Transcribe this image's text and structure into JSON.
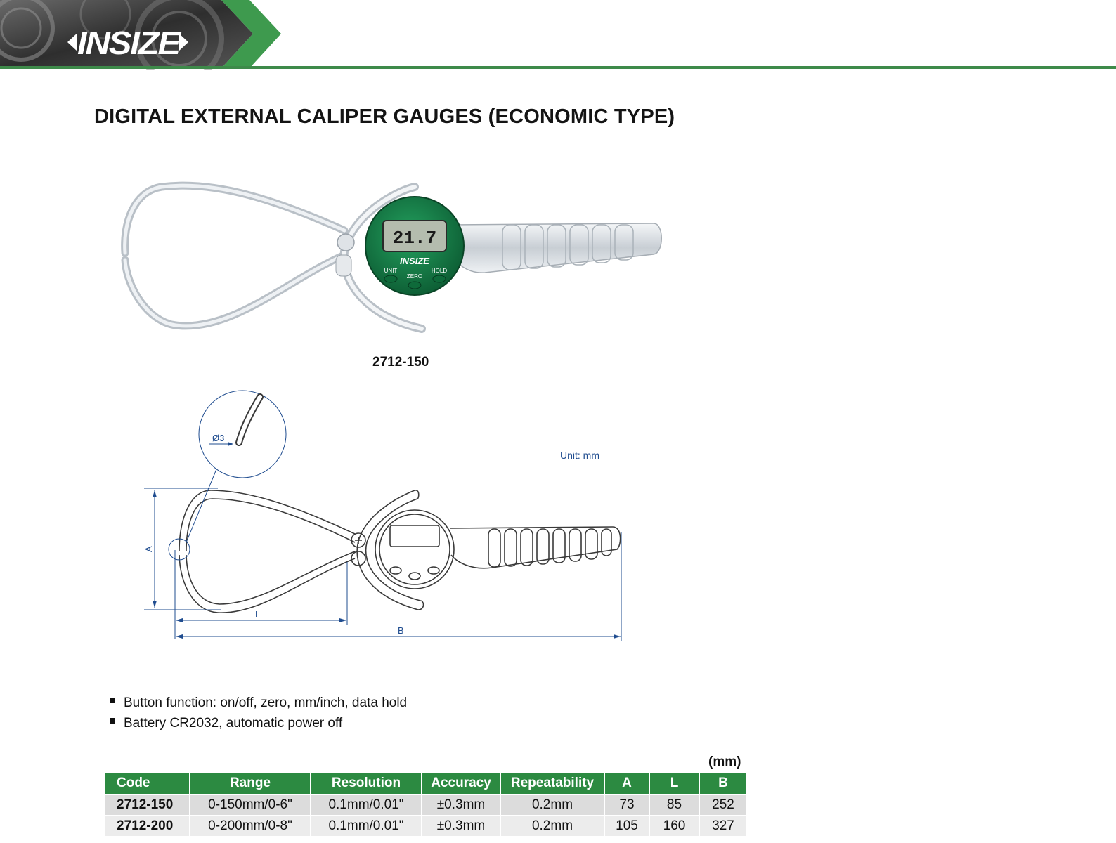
{
  "brand": {
    "logo_text": "INSIZE"
  },
  "page": {
    "title": "DIGITAL EXTERNAL CALIPER GAUGES (ECONOMIC TYPE)"
  },
  "product_image": {
    "display_reading": "21.7",
    "buttons": [
      "UNIT",
      "ZERO",
      "HOLD"
    ],
    "caption": "2712-150"
  },
  "drawing": {
    "unit_note": "Unit: mm",
    "detail_label": "Ø3",
    "dim_labels": {
      "a": "A",
      "l": "L",
      "b": "B"
    }
  },
  "features": [
    "Button function: on/off, zero, mm/inch, data hold",
    "Battery CR2032, automatic power off"
  ],
  "table": {
    "unit_label": "(mm)",
    "headers": [
      "Code",
      "Range",
      "Resolution",
      "Accuracy",
      "Repeatability",
      "A",
      "L",
      "B"
    ],
    "rows": [
      [
        "2712-150",
        "0-150mm/0-6\"",
        "0.1mm/0.01\"",
        "±0.3mm",
        "0.2mm",
        "73",
        "85",
        "252"
      ],
      [
        "2712-200",
        "0-200mm/0-8\"",
        "0.1mm/0.01\"",
        "±0.3mm",
        "0.2mm",
        "105",
        "160",
        "327"
      ]
    ]
  },
  "colors": {
    "brand_green": "#2c8a41",
    "header_dark": "#3a3a3a",
    "drawing_blue": "#1f4c8f"
  }
}
